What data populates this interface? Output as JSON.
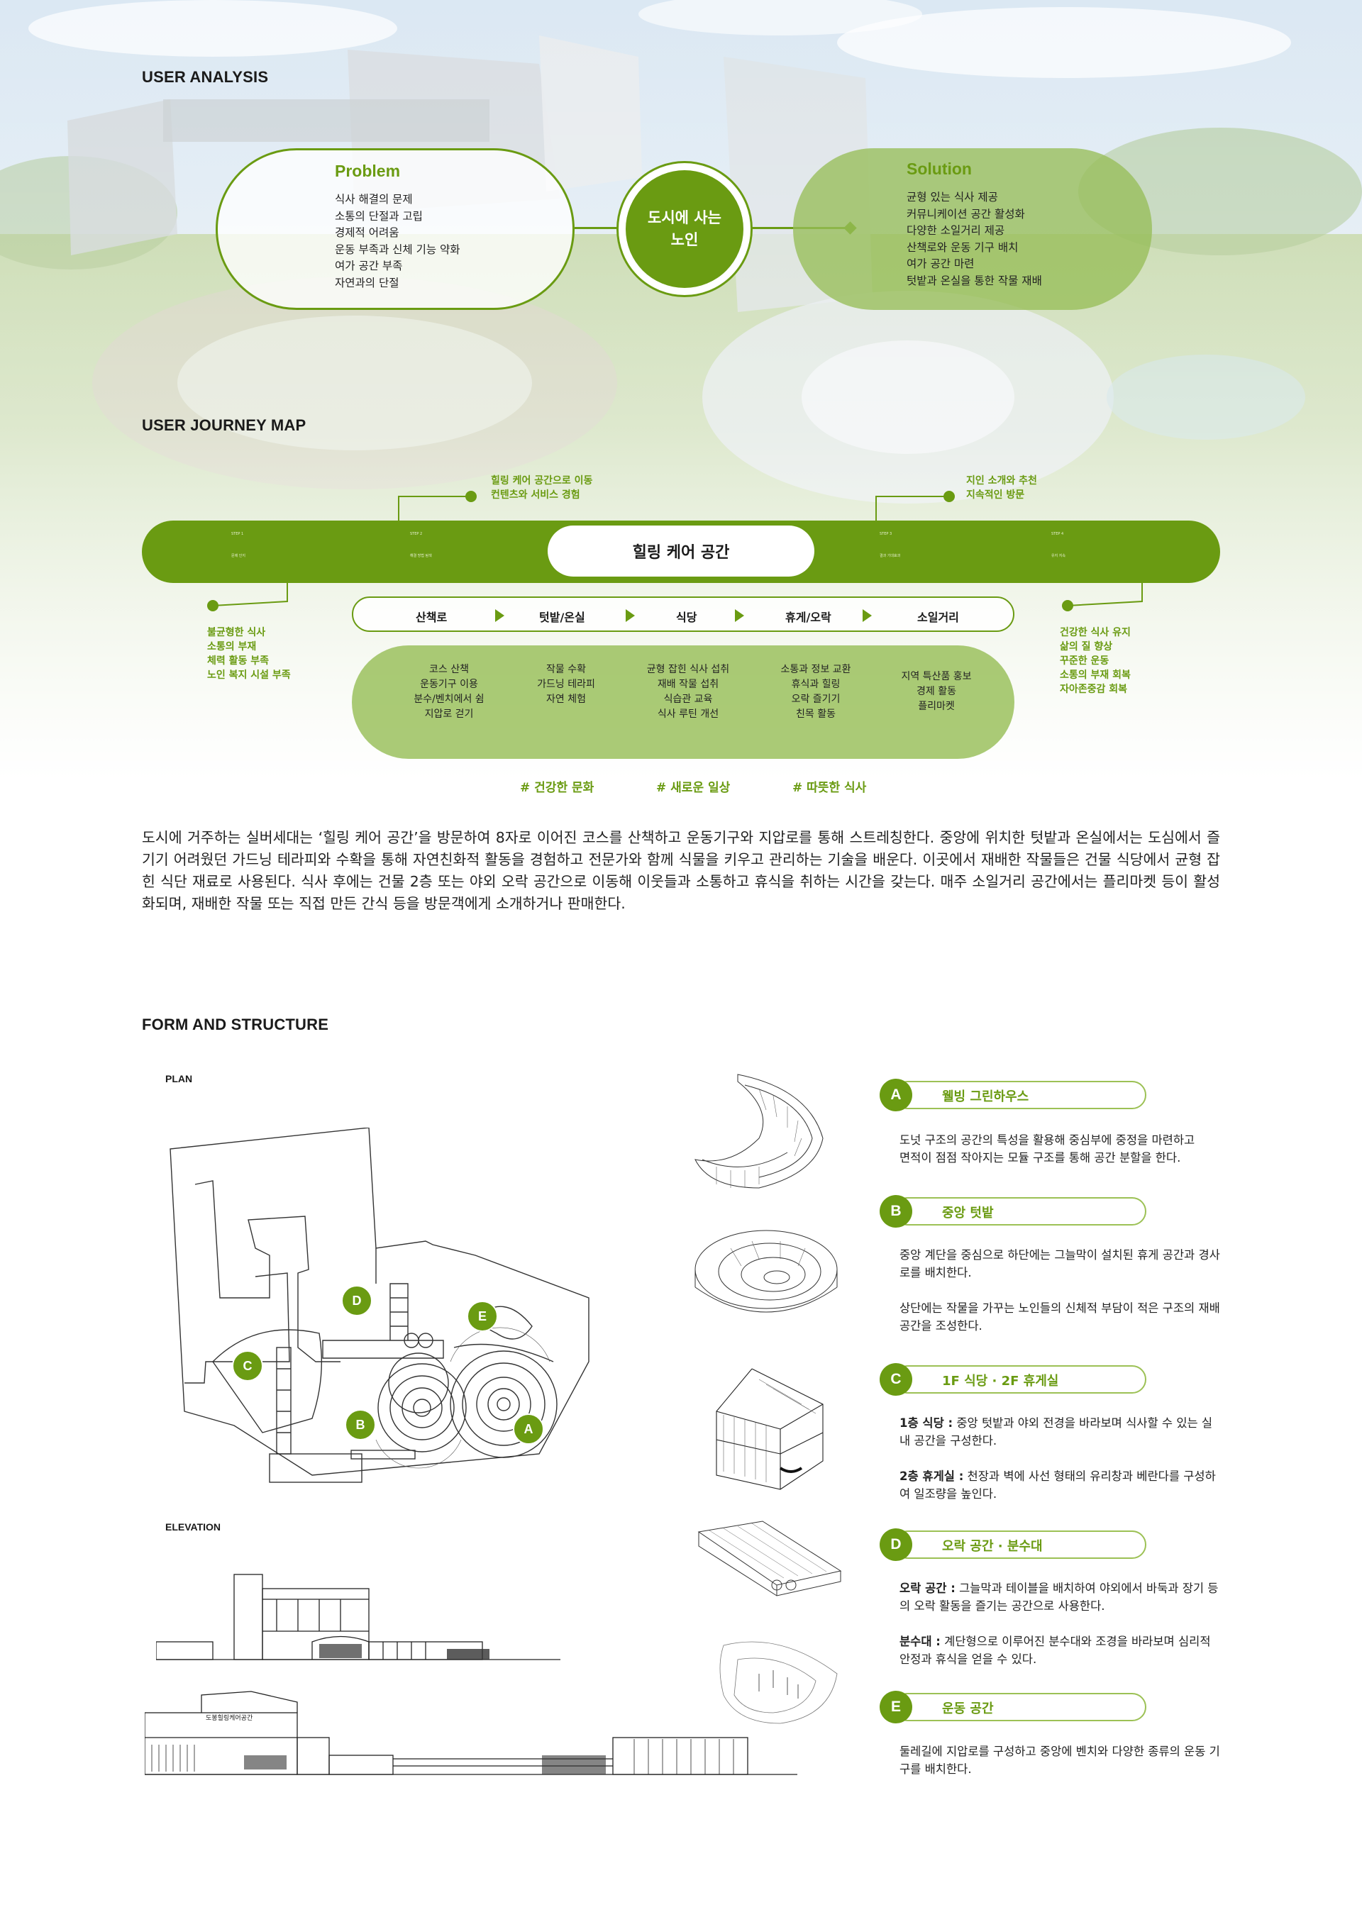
{
  "sections": {
    "user_analysis": "USER ANALYSIS",
    "journey_map": "USER JOURNEY MAP",
    "form_structure": "FORM AND STRUCTURE"
  },
  "analysis": {
    "problem_title": "Problem",
    "problem_items": [
      "식사 해결의 문제",
      "소통의 단절과 고립",
      "경제적 어려움",
      "운동 부족과 신체 기능 약화",
      "여가 공간 부족",
      "자연과의 단절"
    ],
    "center": "도시에 사는\n노인",
    "solution_title": "Solution",
    "solution_items": [
      "균형 있는 식사 제공",
      "커뮤니케이션 공간 활성화",
      "다양한 소일거리 제공",
      "산책로와 운동 기구 배치",
      "여가 공간 마련",
      "텃밭과 온실을 통한 작물 재배"
    ]
  },
  "journey": {
    "center": "힐링 케어 공간",
    "stages": [
      {
        "step": "STEP 1",
        "label": "문제 인지"
      },
      {
        "step": "STEP 2",
        "label": "해결 방법 탐색"
      },
      {
        "step": "STEP 3",
        "label": "결과 기대효과"
      },
      {
        "step": "STEP 4",
        "label": "유지 지속"
      }
    ],
    "note_top_left": "힐링 케어 공간으로 이동\n컨텐츠와 서비스 경험",
    "note_top_right": "지인 소개와 추천\n지속적인 방문",
    "note_left": "불균형한 식사\n소통의 부재\n체력 활동 부족\n노인 복지 시설 부족",
    "note_right": "건강한 식사 유지\n삶의 질 향상\n꾸준한 운동\n소통의 부재 회복\n자아존중감 회복",
    "steps": [
      "산책로",
      "텃밭/온실",
      "식당",
      "휴게/오락",
      "소일거리"
    ],
    "activities": [
      "코스 산책\n운동기구 이용\n분수/벤치에서 쉼\n지압로 걷기",
      "작물 수확\n가드닝 테라피\n자연 체험",
      "균형 잡힌 식사 섭취\n재배 작물 섭취\n식습관 교육\n식사 루틴 개선",
      "소통과 정보 교환\n휴식과 힐링\n오락 즐기기\n친목 활동",
      "지역 특산품 홍보\n경제 활동\n플리마켓"
    ],
    "tags": [
      "# 건강한 문화",
      "# 새로운 일상",
      "# 따뜻한 식사"
    ]
  },
  "paragraph": "도시에 거주하는 실버세대는 ‘힐링 케어 공간’을 방문하여 8자로 이어진 코스를 산책하고 운동기구와 지압로를 통해 스트레칭한다. 중앙에 위치한 텃밭과 온실에서는 도심에서 즐기기 어려웠던 가드닝 테라피와 수확을 통해 자연친화적 활동을 경험하고 전문가와 함께 식물을 키우고 관리하는 기술을 배운다. 이곳에서 재배한 작물들은 건물 식당에서 균형 잡힌 식단 재료로 사용된다. 식사 후에는 건물 2층 또는 야외 오락 공간으로 이동해 이웃들과 소통하고 휴식을 취하는 시간을 갖는다. 매주 소일거리 공간에서는 플리마켓 등이 활성화되며, 재배한 작물 또는 직접 만든 간식 등을 방문객에게 소개하거나 판매한다.",
  "form": {
    "plan_label": "PLAN",
    "elevation_label": "ELEVATION",
    "building_sign": "도봉힐링케어공간",
    "plan_markers": [
      "D",
      "E",
      "C",
      "B",
      "A"
    ],
    "items": [
      {
        "letter": "A",
        "title": "웰빙 그린하우스",
        "desc": [
          "도넛 구조의 공간의 특성을 활용해 중심부에 중정을 마련하고",
          "면적이 점점 작아지는 모듈 구조를 통해 공간 분할을 한다."
        ]
      },
      {
        "letter": "B",
        "title": "중앙 텃밭",
        "desc": [
          "중앙 계단을 중심으로 하단에는 그늘막이 설치된 휴게 공간과 경사로를 배치한다.",
          "상단에는 작물을 가꾸는 노인들의 신체적 부담이 적은 구조의 재배 공간을 조성한다."
        ]
      },
      {
        "letter": "C",
        "title": "1F 식당 · 2F 휴게실",
        "desc_bold": [
          "1층 식당 :",
          "2층 휴게실 :"
        ],
        "desc": [
          "중앙 텃밭과 야외 전경을 바라보며 식사할 수 있는 실내 공간을 구성한다.",
          "천장과 벽에 사선 형태의 유리창과 베란다를 구성하여 일조량을 높인다."
        ]
      },
      {
        "letter": "D",
        "title": "오락 공간 · 분수대",
        "desc_bold": [
          "오락 공간 :",
          "분수대 :"
        ],
        "desc": [
          "그늘막과 테이블을 배치하여 야외에서 바둑과 장기 등의 오락 활동을 즐기는 공간으로 사용한다.",
          "계단형으로 이루어진 분수대와 조경을 바라보며 심리적 안정과 휴식을 얻을 수 있다."
        ]
      },
      {
        "letter": "E",
        "title": "운동 공간",
        "desc": [
          "둘레길에 지압로를 구성하고 중앙에 벤치와 다양한 종류의 운동 기구를 배치한다."
        ]
      }
    ]
  },
  "colors": {
    "accent": "#6a9b12",
    "accent_light": "#97be58",
    "accent_border": "#9cc155"
  }
}
